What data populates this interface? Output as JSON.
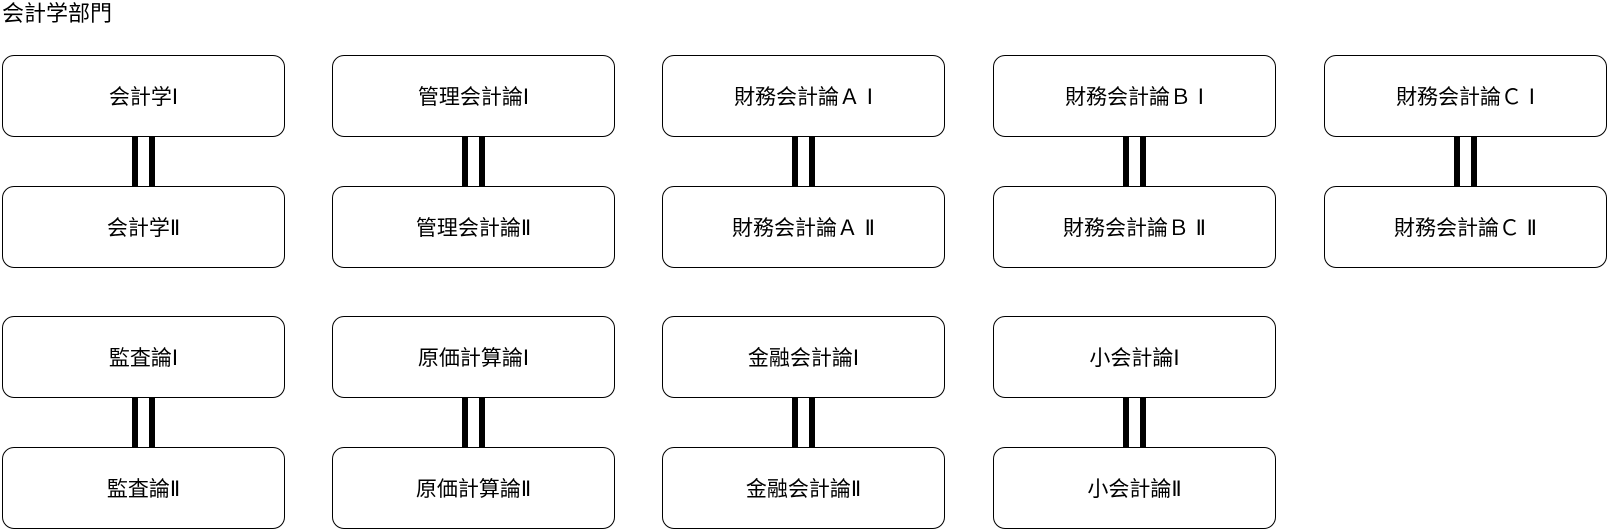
{
  "title": "会計学部門",
  "pairs": [
    {
      "first": "会計学Ⅰ",
      "second": "会計学Ⅱ"
    },
    {
      "first": "管理会計論Ⅰ",
      "second": "管理会計論Ⅱ"
    },
    {
      "first": "財務会計論Ａ Ⅰ",
      "second": "財務会計論Ａ Ⅱ"
    },
    {
      "first": "財務会計論Ｂ Ⅰ",
      "second": "財務会計論Ｂ Ⅱ"
    },
    {
      "first": "財務会計論Ｃ Ⅰ",
      "second": "財務会計論Ｃ Ⅱ"
    },
    {
      "first": "監査論Ⅰ",
      "second": "監査論Ⅱ"
    },
    {
      "first": "原価計算論Ⅰ",
      "second": "原価計算論Ⅱ"
    },
    {
      "first": "金融会計論Ⅰ",
      "second": "金融会計論Ⅱ"
    },
    {
      "first": "小会計論Ⅰ",
      "second": "小会計論Ⅱ"
    }
  ]
}
